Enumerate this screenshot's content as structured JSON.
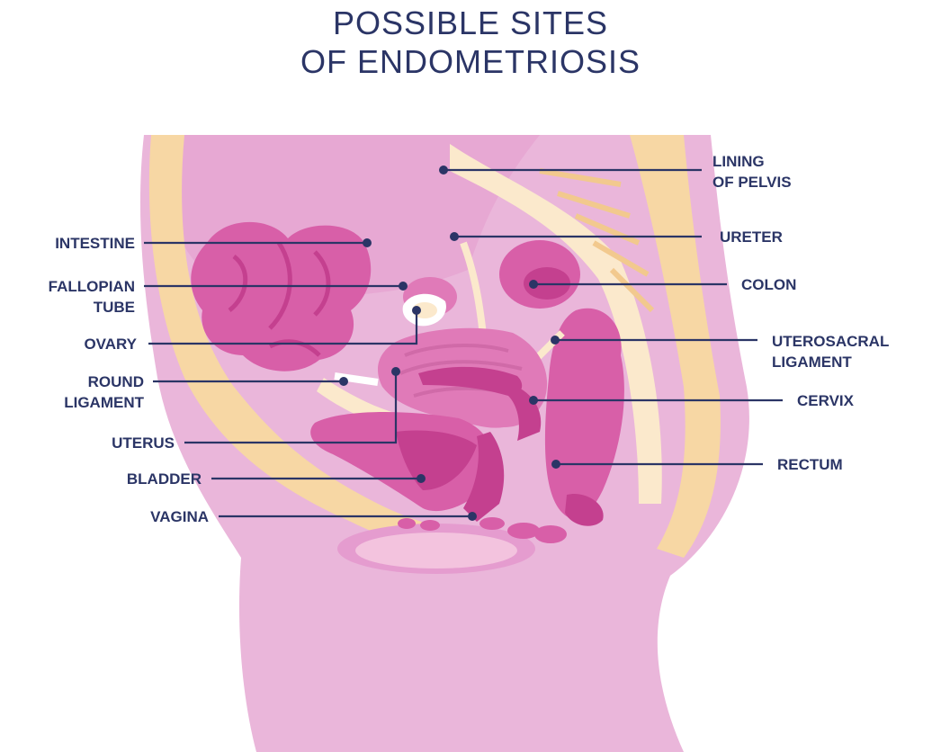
{
  "title": {
    "line1": "POSSIBLE SITES",
    "line2": "OF ENDOMETRIOSIS"
  },
  "labels": {
    "lining_of_pelvis": [
      "LINING",
      "OF PELVIS"
    ],
    "ureter": [
      "URETER"
    ],
    "colon": [
      "COLON"
    ],
    "uterosacral_ligament": [
      "UTEROSACRAL",
      "LIGAMENT"
    ],
    "cervix": [
      "CERVIX"
    ],
    "rectum": [
      "RECTUM"
    ],
    "intestine": [
      "INTESTINE"
    ],
    "fallopian_tube": [
      "FALLOPIAN",
      "TUBE"
    ],
    "ovary": [
      "OVARY"
    ],
    "round_ligament": [
      "ROUND",
      "LIGAMENT"
    ],
    "uterus": [
      "UTERUS"
    ],
    "bladder": [
      "BLADDER"
    ],
    "vagina": [
      "VAGINA"
    ]
  },
  "colors": {
    "text": "#2b3566",
    "leader_line": "#2b3566",
    "body_pink": "#eab6da",
    "body_pink_mid": "#e59ccf",
    "organ_pink": "#d85fa8",
    "organ_dark": "#c4408f",
    "fat_yellow": "#f7d7a4",
    "fat_light": "#fbe9cc"
  }
}
